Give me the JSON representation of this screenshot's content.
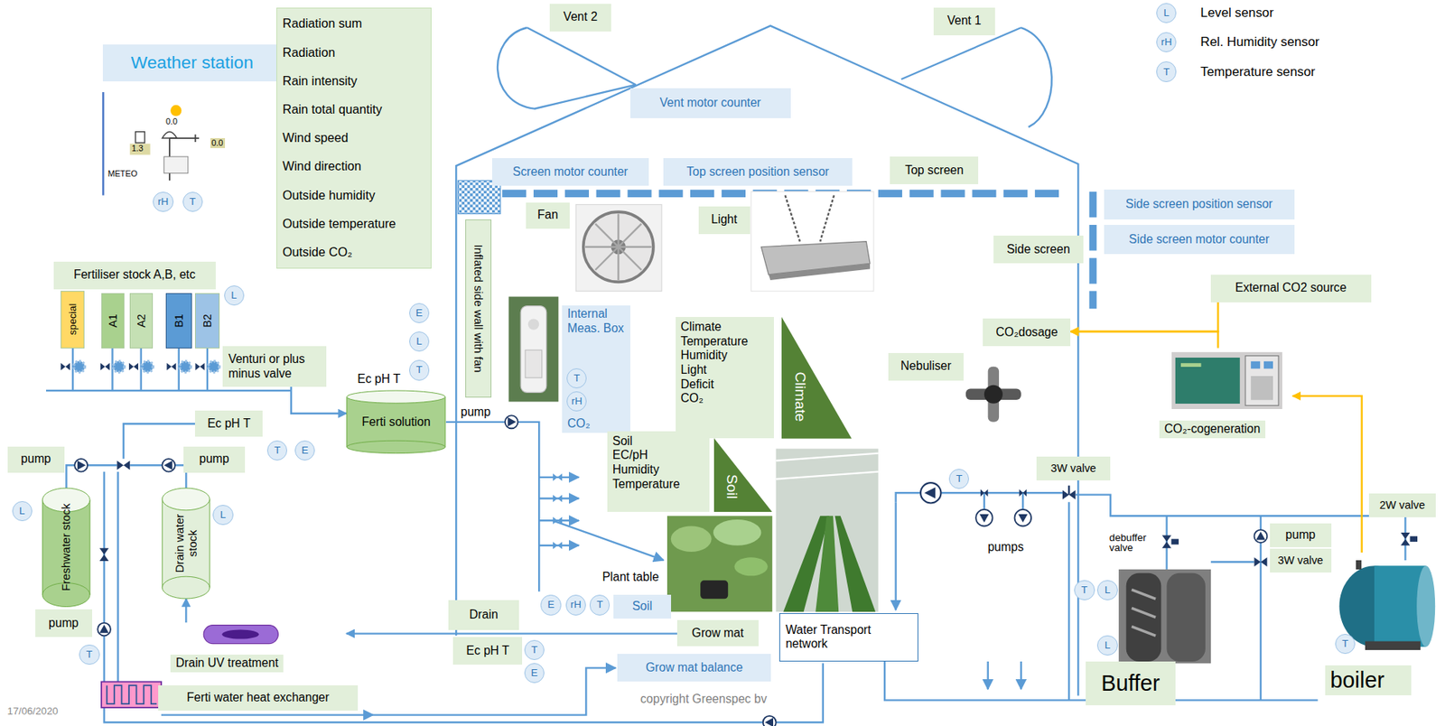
{
  "diagram": {
    "nodes": [
      {
        "text": [
          "Weather station"
        ]
      },
      {
        "text": [
          "Radiation sum",
          "Radiation",
          "Rain intensity",
          "Rain total quantity",
          "Wind speed",
          "Wind direction",
          "Outside humidity",
          "Outside temperature",
          "Outside CO₂"
        ]
      },
      {
        "text": [
          "Vent 2"
        ]
      },
      {
        "text": [
          "Vent 1"
        ]
      },
      {
        "text": [
          "Vent motor counter"
        ]
      },
      {
        "text": [
          "Screen motor counter"
        ]
      },
      {
        "text": [
          "Top screen position sensor"
        ]
      },
      {
        "text": [
          "Top screen"
        ]
      },
      {
        "text": [
          "Side screen position sensor"
        ]
      },
      {
        "text": [
          "Fan"
        ]
      },
      {
        "text": [
          "Light"
        ]
      },
      {
        "text": [
          "Side screen motor counter"
        ]
      },
      {
        "text": [
          "Side screen"
        ]
      },
      {
        "text": [
          "Inflated side wall with fan"
        ]
      },
      {
        "text": [
          "Fertiliser stock A,B, etc"
        ]
      },
      {
        "text": [
          "special"
        ]
      },
      {
        "text": [
          "A1"
        ]
      },
      {
        "text": [
          "A2"
        ]
      },
      {
        "text": [
          "B1"
        ]
      },
      {
        "text": [
          "B2"
        ]
      },
      {
        "text": [
          "External CO2 source"
        ]
      },
      {
        "text": [
          "CO₂dosage"
        ]
      },
      {
        "text": [
          "Internal Meas. Box",
          "CO₂"
        ]
      },
      {
        "text": [
          "Climate",
          "Temperature",
          "Humidity",
          "Light",
          "Deficit",
          "CO₂"
        ]
      },
      {
        "text": [
          "Climate"
        ]
      },
      {
        "text": [
          "Nebuliser"
        ]
      },
      {
        "text": [
          "Venturi or plus minus valve"
        ]
      },
      {
        "text": [
          "Ferti solution"
        ]
      },
      {
        "text": [
          "Ec pH T"
        ]
      },
      {
        "text": [
          "pump"
        ]
      },
      {
        "text": [
          "pump"
        ]
      },
      {
        "text": [
          "CO₂-cogeneration"
        ]
      },
      {
        "text": [
          "Soil",
          "EC/pH",
          "Humidity",
          "Temperature"
        ]
      },
      {
        "text": [
          "Soil"
        ]
      },
      {
        "text": [
          "3W valve"
        ]
      },
      {
        "text": [
          "Freshwater stock"
        ]
      },
      {
        "text": [
          "Drain water stock"
        ]
      },
      {
        "text": [
          "2W valve"
        ]
      },
      {
        "text": [
          "pump"
        ]
      },
      {
        "text": [
          "3W valve"
        ]
      },
      {
        "text": [
          "Soil"
        ]
      },
      {
        "text": [
          "Drain"
        ]
      },
      {
        "text": [
          "pump"
        ]
      },
      {
        "text": [
          "Water Transport network"
        ]
      },
      {
        "text": [
          "Grow mat"
        ]
      },
      {
        "text": [
          "Drain UV treatment"
        ]
      },
      {
        "text": [
          "Ec pH T"
        ]
      },
      {
        "text": [
          "Grow mat balance"
        ]
      },
      {
        "text": [
          "Buffer"
        ]
      },
      {
        "text": [
          "boiler"
        ]
      },
      {
        "text": [
          "Ferti water heat exchanger"
        ]
      }
    ],
    "edges": [
      {
        "from": 20,
        "to": 21,
        "arrow": "to"
      },
      {
        "from": 31,
        "to": 21,
        "arrow": "to"
      },
      {
        "from": 49,
        "to": 31,
        "arrow": "to"
      },
      {
        "from": 26,
        "to": 27,
        "arrow": "to"
      },
      {
        "from": 44,
        "to": 45,
        "arrow": "to"
      },
      {
        "from": 45,
        "to": 36,
        "arrow": "to"
      }
    ],
    "labels": [
      "L",
      "rH",
      "T",
      "METEO",
      "1.3",
      "0.0",
      "0.0",
      "rH",
      "T",
      "L",
      "E",
      "L",
      "T",
      "Ec pH T",
      "pump",
      "T",
      "E",
      "L",
      "L",
      "T",
      "T",
      "rH",
      "Plant table",
      "E",
      "rH",
      "T",
      "T",
      "E",
      "T",
      "pumps",
      "debuffer valve",
      "T",
      "L",
      "L",
      "T",
      "copyright Greenspec bv",
      "17/06/2020"
    ],
    "legend": [
      {
        "text": "Level sensor"
      },
      {
        "text": "Rel. Humidity sensor"
      },
      {
        "text": "Temperature sensor"
      }
    ]
  }
}
